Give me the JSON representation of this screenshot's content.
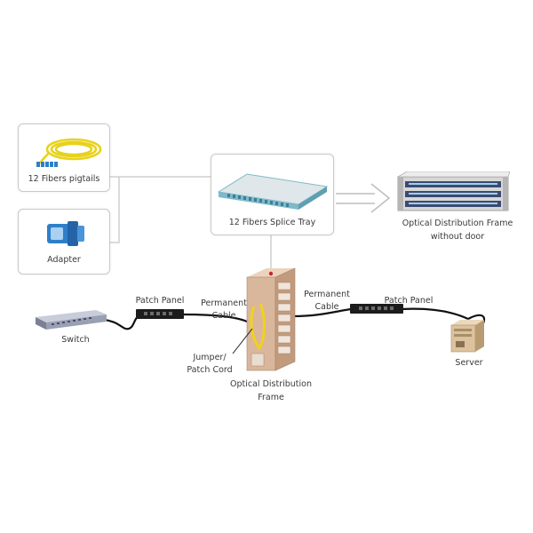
{
  "components": {
    "pigtails_label": "12 Fibers pigtails",
    "adapter_label": "Adapter",
    "splice_tray_label": "12 Fibers Splice Tray",
    "odf_no_door_label_line1": "Optical Distribution Frame",
    "odf_no_door_label_line2": "without door"
  },
  "network": {
    "switch_label": "Switch",
    "patch_panel_left_label": "Patch Panel",
    "permanent_cable_left_line1": "Permanent",
    "permanent_cable_left_line2": "Cable",
    "jumper_line1": "Jumper/",
    "jumper_line2": "Patch Cord",
    "odf_line1": "Optical Distribution",
    "odf_line2": "Frame",
    "permanent_cable_right_line1": "Permanent",
    "permanent_cable_right_line2": "Cable",
    "patch_panel_right_label": "Patch Panel",
    "server_label": "Server"
  },
  "colors": {
    "fiber_yellow": "#e8d21a",
    "adapter_blue": "#2f7fc8",
    "tray_teal": "#7fb9c9",
    "frame_beige": "#d9b79c",
    "cable_black": "#111111"
  }
}
